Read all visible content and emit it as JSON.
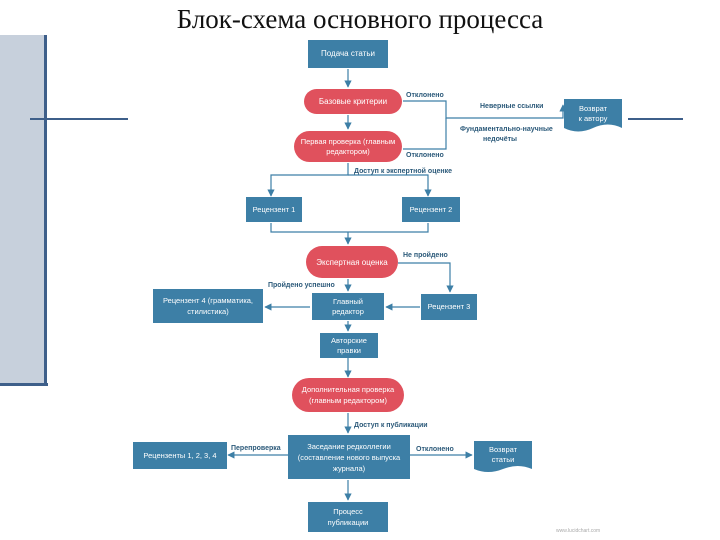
{
  "title": "Блок-схема основного процесса",
  "colors": {
    "box": "#3d7fa6",
    "pill": "#e0515d",
    "arrow": "#3d7fa6",
    "label": "#2c5a7a"
  },
  "nodes": {
    "submit": "Подача статьи",
    "basic_criteria": "Базовые критерии",
    "first_check": [
      "Первая проверка (главным",
      "редактором)"
    ],
    "return_author": [
      "Возврат",
      "к автору"
    ],
    "reviewer1": "Рецензент 1",
    "reviewer2": "Рецензент 2",
    "expert_eval": "Экспертная оценка",
    "reviewer4": [
      "Рецензент 4 (грамматика,",
      "стилистика)"
    ],
    "chief_editor": [
      "Главный",
      "редактор"
    ],
    "reviewer3": "Рецензент 3",
    "author_edits": [
      "Авторские",
      "правки"
    ],
    "extra_check": [
      "Дополнительная проверка",
      "(главным редактором)"
    ],
    "editorial_board": [
      "Заседание редколлегии",
      "(составление нового выпуска",
      "журнала)"
    ],
    "reviewers_123_4": "Рецензенты 1, 2, 3, 4",
    "return_article": [
      "Возврат",
      "статьи"
    ],
    "publication": [
      "Процесс",
      "публикации"
    ]
  },
  "labels": {
    "rejected1": "Отклонено",
    "rejected2": "Отклонено",
    "rejected3": "Отклонено",
    "wrong_links": "Неверные ссылки",
    "fundamental": [
      "Фундаментально-научные",
      "недочёты"
    ],
    "expert_access": "Доступ к экспертной оценке",
    "not_passed": "Не пройдено",
    "passed": "Пройдено успешно",
    "pub_access": "Доступ к публикации",
    "recheck": "Перепроверка"
  },
  "watermark": "www.lucidchart.com"
}
